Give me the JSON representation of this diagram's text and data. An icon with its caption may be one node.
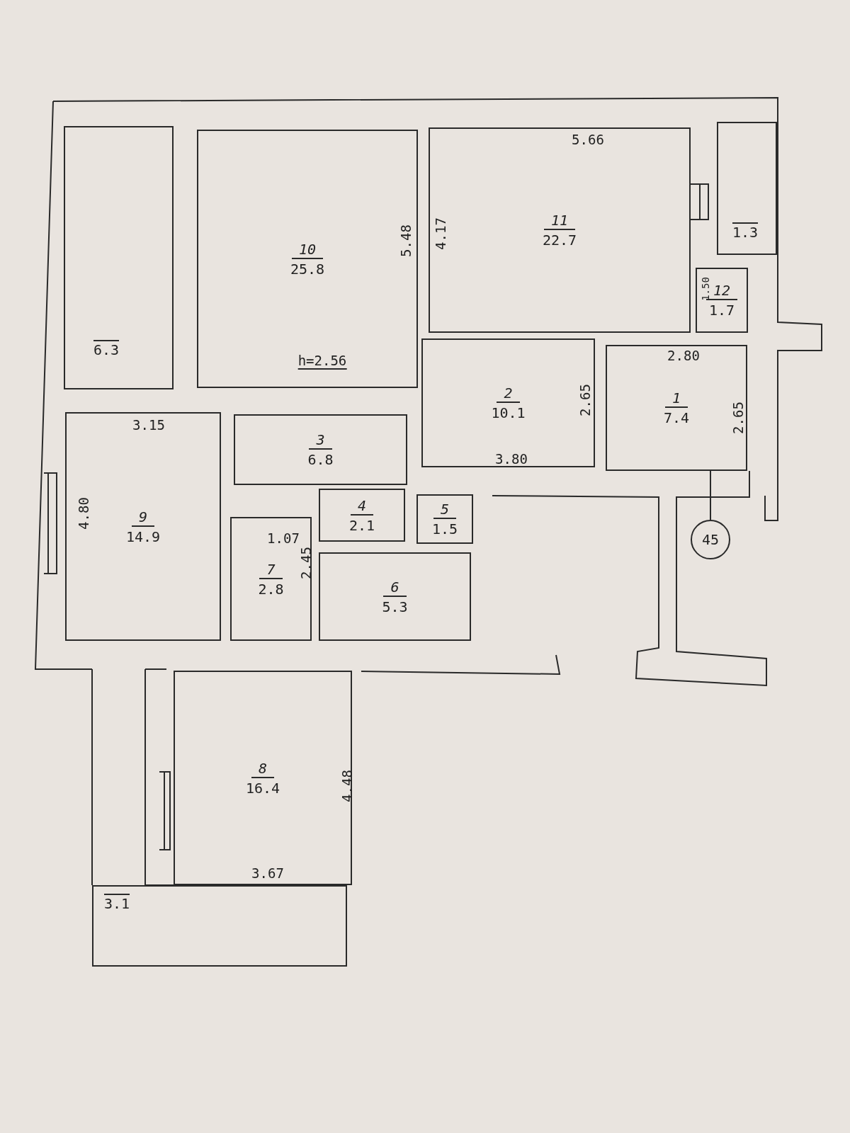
{
  "diagram": {
    "nodes": [
      {
        "text": [
          "6.3"
        ]
      },
      {
        "text": [
          "10",
          "25.8"
        ]
      },
      {
        "text": [
          "11",
          "22.7"
        ]
      },
      {
        "text": [
          "1.3"
        ]
      },
      {
        "text": [
          "12",
          "1.7"
        ]
      },
      {
        "text": [
          "2",
          "10.1"
        ]
      },
      {
        "text": [
          "1",
          "7.4"
        ]
      },
      {
        "text": [
          "9",
          "14.9"
        ]
      },
      {
        "text": [
          "3",
          "6.8"
        ]
      },
      {
        "text": [
          "4",
          "2.1"
        ]
      },
      {
        "text": [
          "5",
          "1.5"
        ]
      },
      {
        "text": [
          "7",
          "2.8"
        ]
      },
      {
        "text": [
          "6",
          "5.3"
        ]
      },
      {
        "text": [
          "8",
          "16.4"
        ]
      },
      {
        "text": [
          "3.1"
        ]
      },
      {
        "text": [
          "45"
        ]
      }
    ],
    "edges": [
      {
        "from": 15,
        "to": 6,
        "arrow": "none"
      }
    ],
    "labels": [
      "5.66",
      "5.48",
      "4.17",
      "1.50",
      "h=2.56",
      "2.80",
      "2.65",
      "2.65",
      "3.15",
      "3.80",
      "4.80",
      "1.07",
      "2.45",
      "4.48",
      "3.67"
    ]
  }
}
